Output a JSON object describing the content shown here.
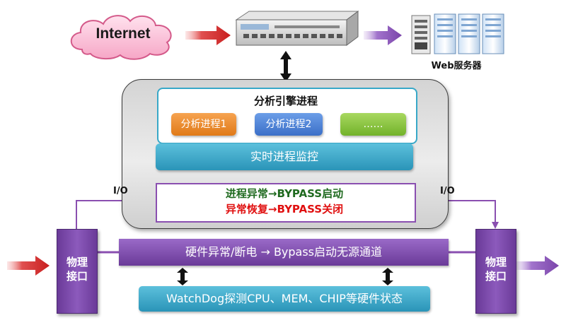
{
  "internet": {
    "label": "Internet"
  },
  "server": {
    "label": "Web服务器"
  },
  "engine": {
    "title": "分析引擎进程",
    "processes": [
      "分析进程1",
      "分析进程2",
      "……"
    ]
  },
  "monitor": {
    "label": "实时进程监控"
  },
  "bypass": {
    "line1": "进程异常→BYPASS启动",
    "line2": "异常恢复→BYPASS关闭"
  },
  "io": {
    "left": "I/O",
    "right": "I/O"
  },
  "ports": {
    "left": "物理\n接口",
    "right": "物理\n接口"
  },
  "hardware_bar": {
    "label": "硬件异常/断电 → Bypass启动无源通道"
  },
  "watchdog": {
    "label": "WatchDog探测CPU、MEM、CHIP等硬件状态"
  },
  "colors": {
    "flow_in_arrow": "#d42a2a",
    "flow_out_arrow": "#8a4fb0",
    "container_border": "#3a3a3a",
    "engine_border": "#38a8c8",
    "monitor_fill": "#2a94b8",
    "bypass_start_text": "#1f6a1f",
    "bypass_stop_text": "#e01010",
    "port_fill": "#7a48aa"
  },
  "icons": [
    "cloud-icon",
    "appliance-icon",
    "server-rack-icon"
  ]
}
